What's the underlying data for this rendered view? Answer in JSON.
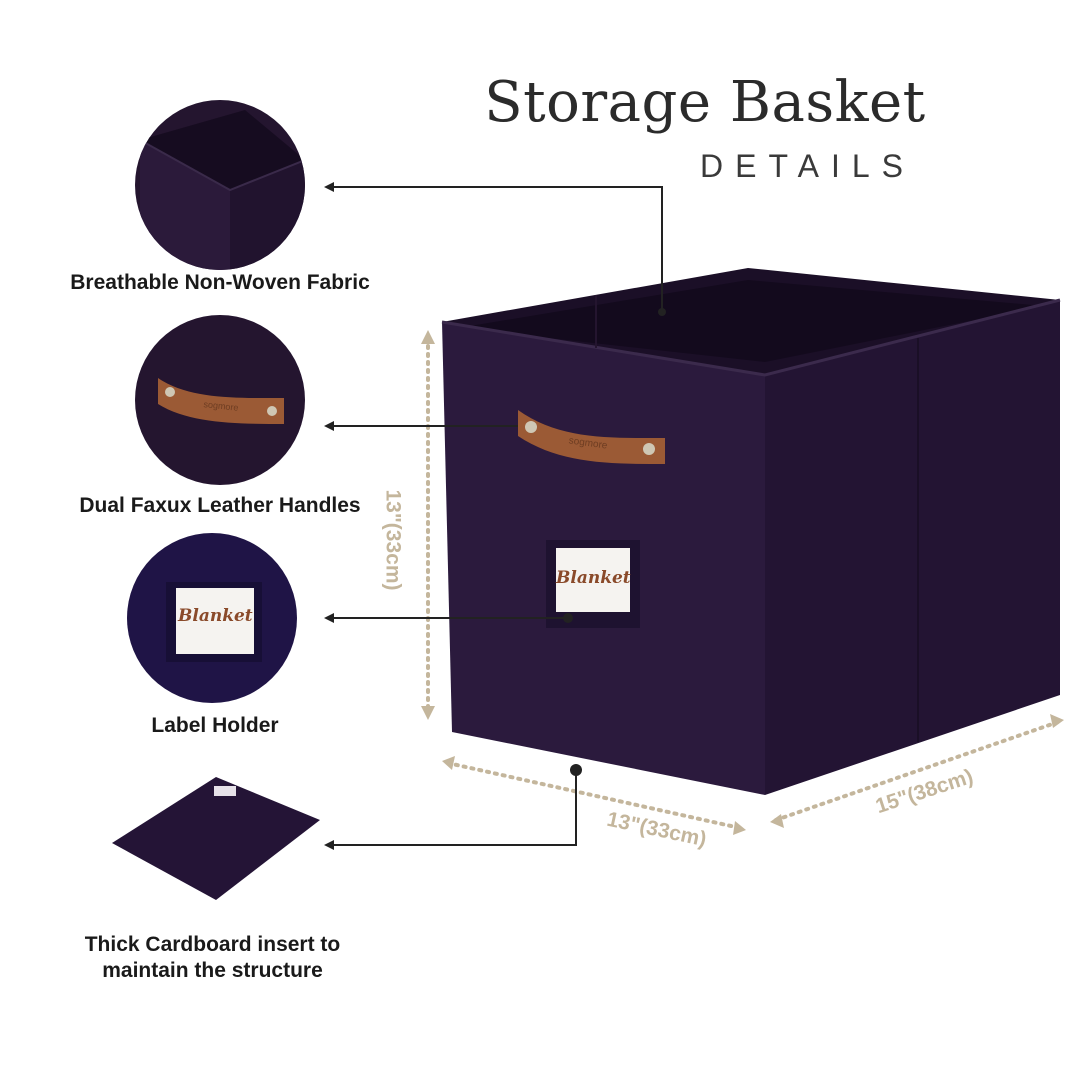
{
  "header": {
    "title": "Storage Basket",
    "subtitle": "DETAILS"
  },
  "features": [
    {
      "label": "Breathable Non-Woven Fabric",
      "icon": "fabric-closeup-icon"
    },
    {
      "label": "Dual Faxux Leather Handles",
      "icon": "leather-handle-icon"
    },
    {
      "label": "Label Holder",
      "icon": "label-holder-icon"
    },
    {
      "label_line1": "Thick Cardboard insert to",
      "label_line2": "maintain the structure",
      "icon": "cardboard-insert-icon"
    }
  ],
  "product": {
    "label_card_text": "Blanket",
    "handle_stamp": "sogmore"
  },
  "dimensions": {
    "height": "13\"(33cm)",
    "width": "13\"(33cm)",
    "depth": "15\"(38cm)"
  },
  "colors": {
    "basket": "#231433",
    "leather": "#9b5a35",
    "dimension_line": "#c4b69c",
    "pointer_line": "#222222"
  }
}
